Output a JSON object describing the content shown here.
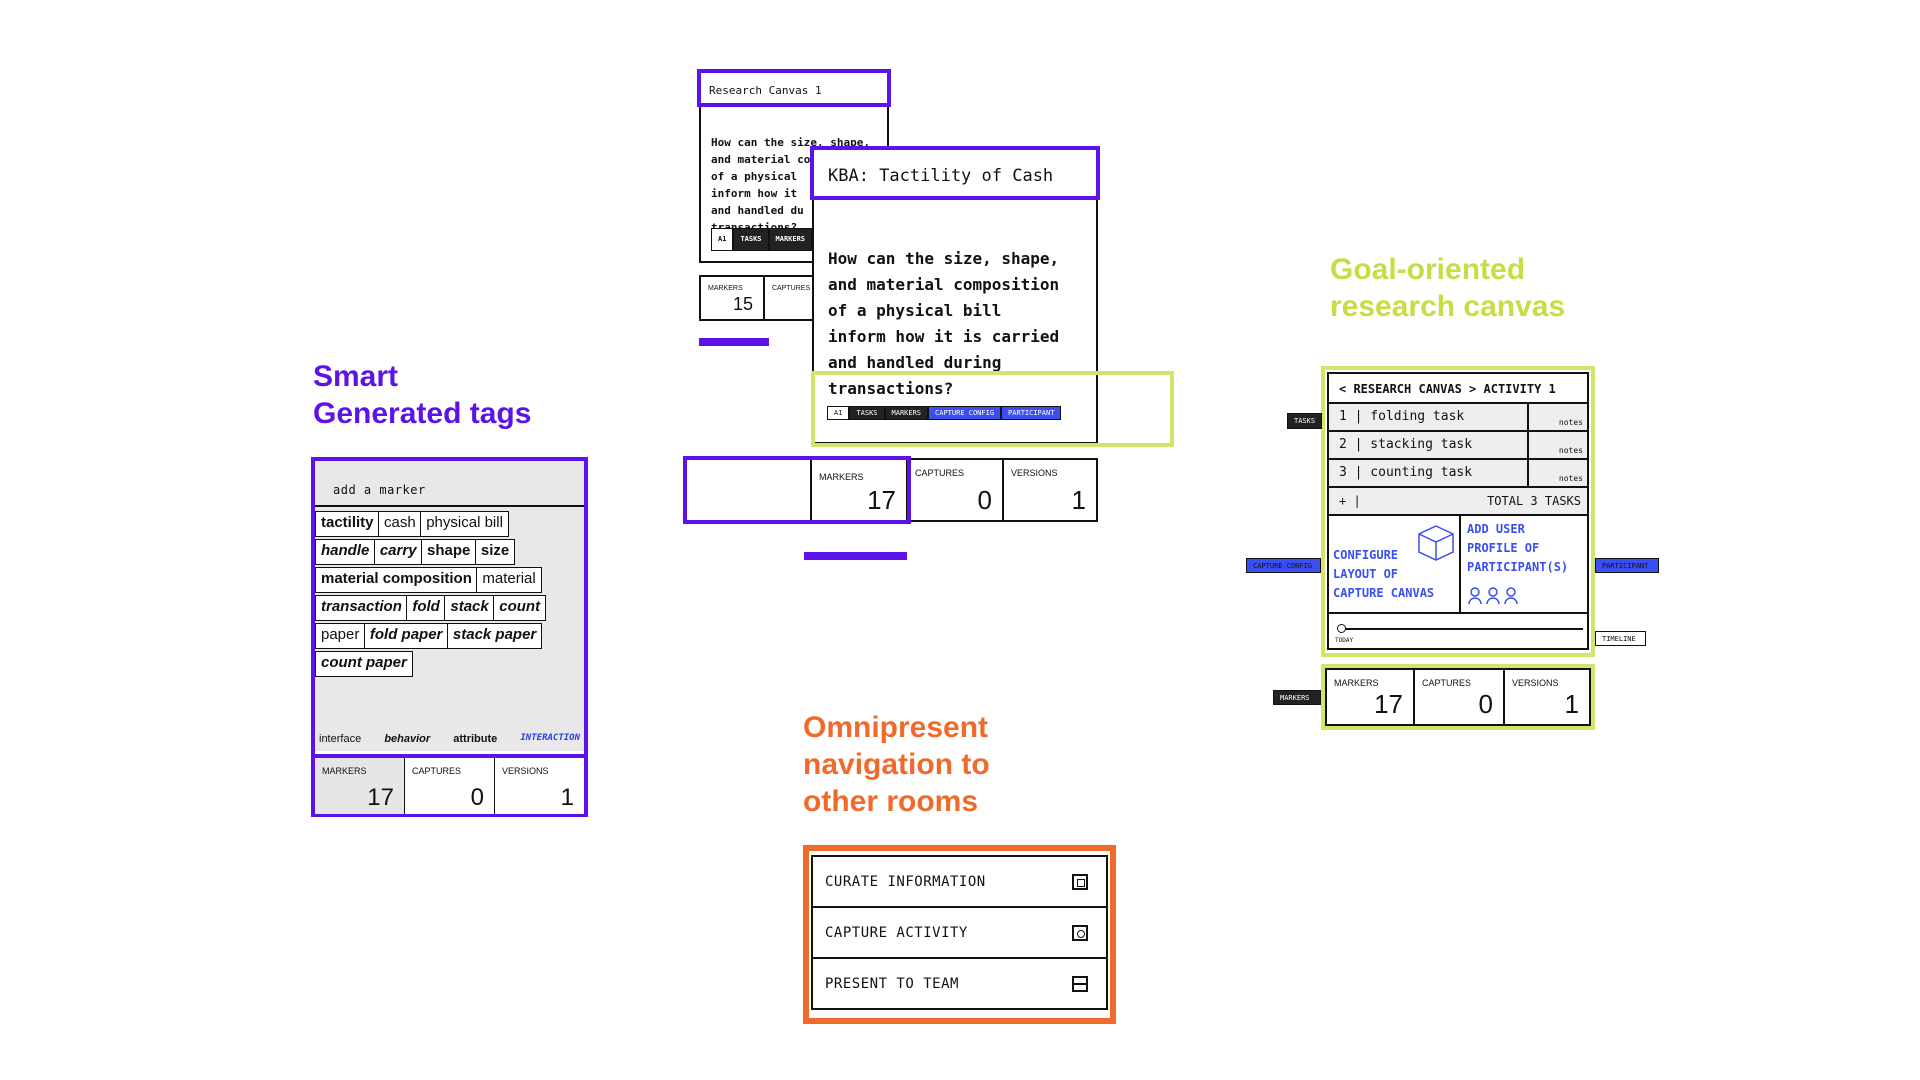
{
  "headings": {
    "smart_tags": "Smart\nGenerated tags",
    "goal_canvas": "Goal-oriented\nresearch canvas",
    "nav": "Omnipresent\nnavigation to\nother rooms"
  },
  "colors": {
    "purple": "#5b13ea",
    "lime": "#d6e36a",
    "orange": "#f06a2b",
    "blue": "#3b4ff0"
  },
  "tags_panel": {
    "placeholder": "add a marker",
    "rows": [
      [
        {
          "t": "tactility",
          "s": "b"
        },
        {
          "t": "cash",
          "s": "n"
        },
        {
          "t": "physical bill",
          "s": "n"
        }
      ],
      [
        {
          "t": "handle",
          "s": "bi"
        },
        {
          "t": "carry",
          "s": "bi"
        },
        {
          "t": "shape",
          "s": "b"
        },
        {
          "t": "size",
          "s": "b"
        }
      ],
      [
        {
          "t": "material composition",
          "s": "b"
        },
        {
          "t": "material",
          "s": "n"
        }
      ],
      [
        {
          "t": "transaction",
          "s": "bi"
        },
        {
          "t": "fold",
          "s": "bi"
        },
        {
          "t": "stack",
          "s": "bi"
        },
        {
          "t": "count",
          "s": "bi"
        }
      ],
      [
        {
          "t": "paper",
          "s": "n"
        },
        {
          "t": "fold paper",
          "s": "bi"
        },
        {
          "t": "stack paper",
          "s": "bi"
        }
      ],
      [
        {
          "t": "count paper",
          "s": "bi"
        }
      ]
    ],
    "filters": {
      "interface": "interface",
      "behavior": "behavior",
      "attribute": "attribute",
      "interaction": "INTERACTION"
    },
    "metrics": {
      "markers_label": "MARKERS",
      "markers": "17",
      "captures_label": "CAPTURES",
      "captures": "0",
      "versions_label": "VERSIONS",
      "versions": "1"
    }
  },
  "canvas_back": {
    "title": "Research Canvas 1",
    "question_visible": "How can the size, shape,\nand material composition\nof a physical\ninform how it\nand handled du\ntransactions?",
    "tabs": [
      "A1",
      "TASKS",
      "MARKERS"
    ],
    "markers_label": "MARKERS",
    "markers": "15",
    "captures_label": "CAPTURES"
  },
  "canvas_front": {
    "title": "KBA: Tactility of Cash",
    "question": "How can the size, shape,\nand material composition\nof a physical bill\ninform how it is carried\nand handled during\ntransactions?",
    "tabs": [
      "A1",
      "TASKS",
      "MARKERS",
      "CAPTURE CONFIG",
      "PARTICIPANT"
    ],
    "metrics": {
      "markers_label": "MARKERS",
      "markers": "17",
      "captures_label": "CAPTURES",
      "captures": "0",
      "versions_label": "VERSIONS",
      "versions": "1"
    }
  },
  "research_canvas": {
    "breadcrumb": "< RESEARCH CANVAS > ACTIVITY 1",
    "tasks": [
      {
        "name": "1 | folding task",
        "note": "notes"
      },
      {
        "name": "2 | stacking task",
        "note": "notes"
      },
      {
        "name": "3 | counting task",
        "note": "notes"
      }
    ],
    "add_symbol": "+ |",
    "total": "TOTAL 3 TASKS",
    "configure": "CONFIGURE\nLAYOUT OF\nCAPTURE CANVAS",
    "add_user": "ADD USER\nPROFILE OF\nPARTICIPANT(S)",
    "today": "TODAY",
    "side_tags": {
      "tasks": "TASKS",
      "capture_config": "CAPTURE CONFIG",
      "participant": "PARTICIPANT",
      "timeline": "TIMELINE",
      "markers": "MARKERS"
    },
    "metrics": {
      "markers_label": "MARKERS",
      "markers": "17",
      "captures_label": "CAPTURES",
      "captures": "0",
      "versions_label": "VERSIONS",
      "versions": "1"
    }
  },
  "nav": {
    "items": [
      {
        "label": "CURATE INFORMATION",
        "icon": "frame-icon"
      },
      {
        "label": "CAPTURE ACTIVITY",
        "icon": "target-icon"
      },
      {
        "label": "PRESENT TO TEAM",
        "icon": "split-icon"
      }
    ]
  }
}
